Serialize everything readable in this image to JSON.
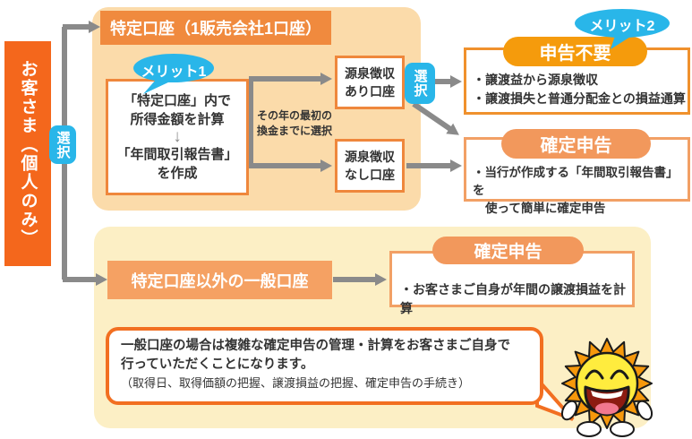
{
  "colors": {
    "accent_orange": "#f4671c",
    "header_orange": "#f08a3e",
    "panel_peach": "#fbdbaa",
    "panel_yellow": "#fcefc5",
    "pill_gold": "#f59b0c",
    "pill_salmon": "#f2985c",
    "bubble_blue": "#29b6e9",
    "arrow_gray": "#8a8a8a",
    "speech_border": "#f26f21"
  },
  "left_rail": {
    "label": "お客さま（個人のみ）"
  },
  "selectors": {
    "left": "選択",
    "right": "選択"
  },
  "specified": {
    "header": "特定口座（1販売会社1口座）",
    "merit1": "メリット1",
    "process": {
      "line1": "「特定口座」内で",
      "line2": "所得金額を計算",
      "arrow": "↓",
      "line3": "「年間取引報告書」",
      "line4": "を作成"
    },
    "timing_note": {
      "line1": "その年の最初の",
      "line2": "換金までに選択"
    },
    "withholding_yes": {
      "line1": "源泉徴収",
      "line2": "あり口座"
    },
    "withholding_no": {
      "line1": "源泉徴収",
      "line2": "なし口座"
    }
  },
  "outcomes": {
    "merit2": "メリット2",
    "no_filing": {
      "title": "申告不要",
      "item1": "・譲渡益から源泉徴収",
      "item2": "・譲渡損失と普通分配金との損益通算"
    },
    "filing_easy": {
      "title": "確定申告",
      "line1": "・当行が作成する「年間取引報告書」を",
      "line2": "使って簡単に確定申告"
    }
  },
  "general": {
    "header": "特定口座以外の一般口座",
    "filing_self": {
      "title": "確定申告",
      "line1": "・お客さまご自身が年間の譲渡損益を計算"
    },
    "speech": {
      "line1": "一般口座の場合は複雑な確定申告の管理・計算をお客さまご自身で",
      "line2": "行っていただくことになります。",
      "line3": "（取得日、取得価額の把握、譲渡損益の把握、確定申告の手続き）"
    }
  },
  "mascot": {
    "icon": "sun-mascot-icon"
  }
}
